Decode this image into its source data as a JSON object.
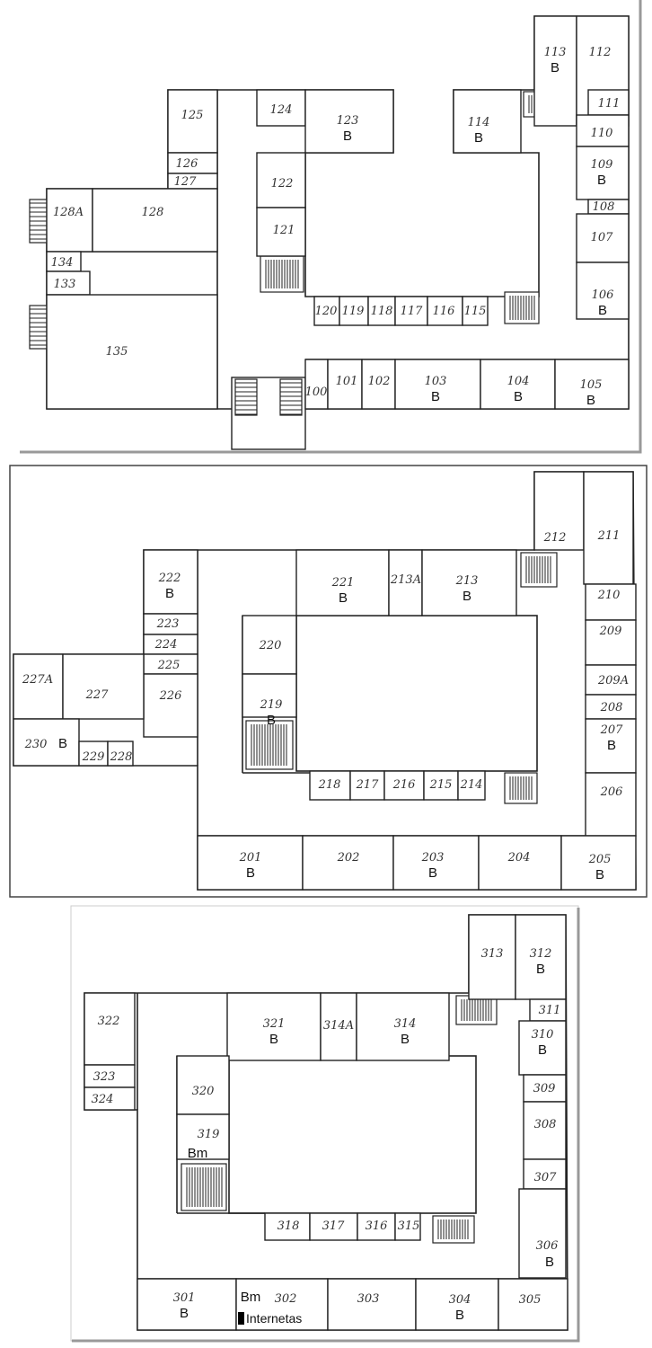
{
  "floors": [
    {
      "name": "floor-1",
      "rooms": [
        {
          "id": "113",
          "tag": "B"
        },
        {
          "id": "112"
        },
        {
          "id": "111"
        },
        {
          "id": "110"
        },
        {
          "id": "109",
          "tag": "B"
        },
        {
          "id": "108"
        },
        {
          "id": "107"
        },
        {
          "id": "106",
          "tag": "B"
        },
        {
          "id": "114",
          "tag": "B"
        },
        {
          "id": "125"
        },
        {
          "id": "124"
        },
        {
          "id": "123",
          "tag": "B"
        },
        {
          "id": "126"
        },
        {
          "id": "127"
        },
        {
          "id": "128A"
        },
        {
          "id": "128"
        },
        {
          "id": "134"
        },
        {
          "id": "133"
        },
        {
          "id": "135"
        },
        {
          "id": "122"
        },
        {
          "id": "121"
        },
        {
          "id": "120"
        },
        {
          "id": "119"
        },
        {
          "id": "118"
        },
        {
          "id": "117"
        },
        {
          "id": "116"
        },
        {
          "id": "115"
        },
        {
          "id": "100"
        },
        {
          "id": "101"
        },
        {
          "id": "102"
        },
        {
          "id": "103",
          "tag": "B"
        },
        {
          "id": "104",
          "tag": "B"
        },
        {
          "id": "105",
          "tag": "B"
        }
      ]
    },
    {
      "name": "floor-2",
      "rooms": [
        {
          "id": "212"
        },
        {
          "id": "211"
        },
        {
          "id": "222",
          "tag": "B"
        },
        {
          "id": "221",
          "tag": "B"
        },
        {
          "id": "213A"
        },
        {
          "id": "213",
          "tag": "B"
        },
        {
          "id": "210"
        },
        {
          "id": "209"
        },
        {
          "id": "209A"
        },
        {
          "id": "208"
        },
        {
          "id": "207",
          "tag": "B"
        },
        {
          "id": "206"
        },
        {
          "id": "223"
        },
        {
          "id": "224"
        },
        {
          "id": "225"
        },
        {
          "id": "226"
        },
        {
          "id": "227A"
        },
        {
          "id": "227"
        },
        {
          "id": "230",
          "tag": "B"
        },
        {
          "id": "229"
        },
        {
          "id": "228"
        },
        {
          "id": "220"
        },
        {
          "id": "219",
          "tag": "B"
        },
        {
          "id": "218"
        },
        {
          "id": "217"
        },
        {
          "id": "216"
        },
        {
          "id": "215"
        },
        {
          "id": "214"
        },
        {
          "id": "201",
          "tag": "B"
        },
        {
          "id": "202"
        },
        {
          "id": "203",
          "tag": "B"
        },
        {
          "id": "204"
        },
        {
          "id": "205",
          "tag": "B"
        }
      ]
    },
    {
      "name": "floor-3",
      "rooms": [
        {
          "id": "313"
        },
        {
          "id": "312",
          "tag": "B"
        },
        {
          "id": "322"
        },
        {
          "id": "323"
        },
        {
          "id": "324"
        },
        {
          "id": "321",
          "tag": "B"
        },
        {
          "id": "314A"
        },
        {
          "id": "314",
          "tag": "B"
        },
        {
          "id": "311"
        },
        {
          "id": "310",
          "tag": "B"
        },
        {
          "id": "309"
        },
        {
          "id": "308"
        },
        {
          "id": "307"
        },
        {
          "id": "306",
          "tag": "B"
        },
        {
          "id": "320"
        },
        {
          "id": "319",
          "tag": "Bm"
        },
        {
          "id": "318"
        },
        {
          "id": "317"
        },
        {
          "id": "316"
        },
        {
          "id": "315"
        },
        {
          "id": "301",
          "tag": "B"
        },
        {
          "id": "302",
          "tag": "Bm",
          "note": "Internetas"
        },
        {
          "id": "303"
        },
        {
          "id": "304",
          "tag": "B"
        },
        {
          "id": "305"
        }
      ]
    }
  ]
}
